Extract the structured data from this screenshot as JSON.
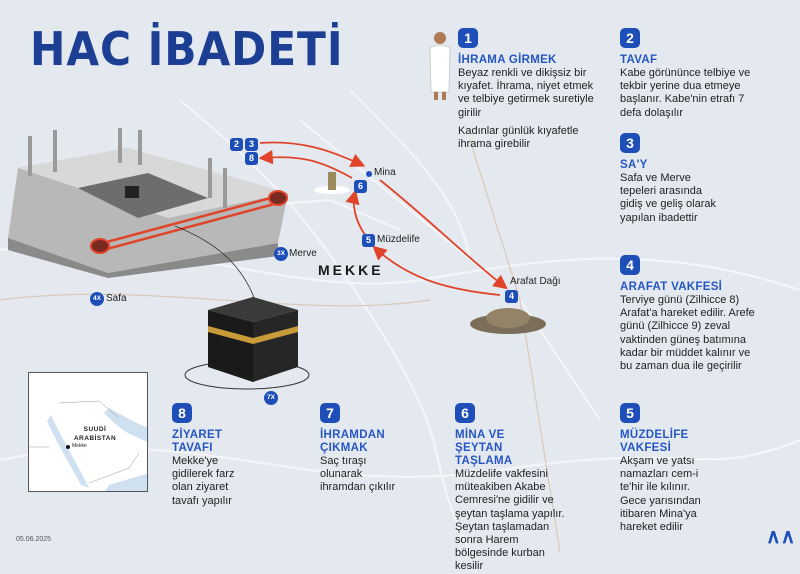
{
  "title": "HAC İBADETİ",
  "colors": {
    "accent": "#1e4fb8",
    "heading": "#2556c4",
    "title": "#1c3f94",
    "route": "#e0442a"
  },
  "steps": [
    {
      "num": "1",
      "heading": "İHRAMA GİRMEK",
      "body": [
        "Beyaz renkli ve dikişsiz bir kıyafet. İhrama, niyet etmek ve telbiye getirmek suretiyle girilir",
        "Kadınlar günlük kıyafetle ihrama girebilir"
      ]
    },
    {
      "num": "2",
      "heading": "TAVAF",
      "body": [
        "Kabe görününce telbiye ve tekbir yerine dua etmeye başlanır. Kabe'nin etrafı 7 defa dolaşılır"
      ]
    },
    {
      "num": "3",
      "heading": "SA'Y",
      "body": [
        "Safa ve Merve tepeleri arasında gidiş ve geliş olarak yapılan ibadettir"
      ]
    },
    {
      "num": "4",
      "heading": "ARAFAT VAKFESİ",
      "body": [
        "Terviye günü (Zilhicce 8) Arafat'a hareket edilir. Arefe günü (Zilhicce 9) zeval vaktinden güneş batımına kadar bir müddet kalınır ve bu zaman dua ile geçirilir"
      ]
    },
    {
      "num": "5",
      "heading": "MÜZDELİFE VAKFESİ",
      "body": [
        "Akşam ve yatsı namazları cem-i te'hir ile kılınır. Gece yarısından itibaren Mina'ya hareket edilir"
      ]
    },
    {
      "num": "6",
      "heading": "MİNA VE ŞEYTAN TAŞLAMA",
      "body": [
        "Müzdelife vakfesini müteakiben Akabe Cemresi'ne gidilir ve şeytan taşlama yapılır. Şeytan taşlamadan sonra Harem bölgesinde kurban kesilir"
      ]
    },
    {
      "num": "7",
      "heading": "İHRAMDAN ÇIKMAK",
      "body": [
        "Saç tıraşı olunarak ihramdan çıkılır"
      ]
    },
    {
      "num": "8",
      "heading": "ZİYARET TAVAFI",
      "body": [
        "Mekke'ye gidilerek farz olan ziyaret tavafı yapılır"
      ]
    }
  ],
  "map": {
    "city": "MEKKE",
    "places": {
      "mina": "Mina",
      "muzdelife": "Müzdelife",
      "arafat": "Arafat Dağı",
      "merve": "Merve",
      "safa": "Safa"
    },
    "pins": {
      "p2": "2",
      "p3": "3",
      "p8": "8",
      "p6": "6",
      "p5": "5",
      "p4": "4"
    },
    "counts": {
      "merve": "3X",
      "safa": "4X",
      "kaaba": "7X"
    }
  },
  "inset": {
    "country": "SUUDİ ARABİSTAN",
    "city": "Mekke"
  },
  "date": "05.06.2025",
  "logo": "AA"
}
